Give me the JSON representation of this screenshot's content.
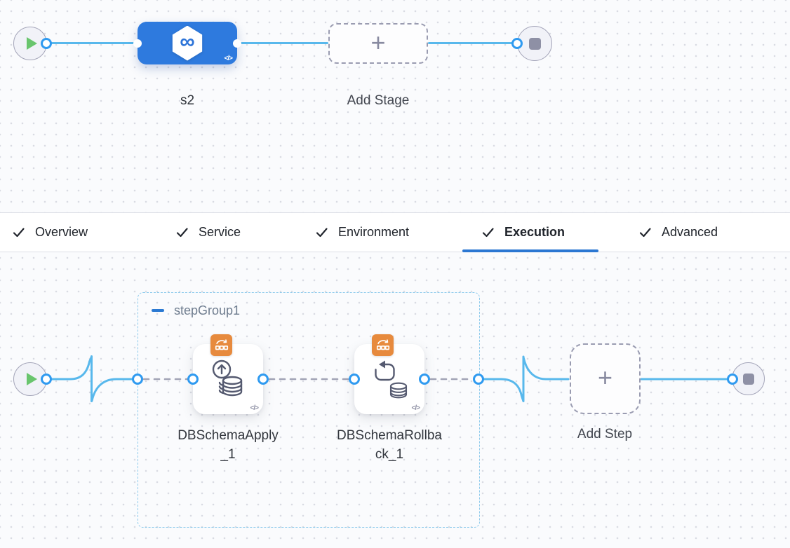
{
  "pipeline_graph": {
    "stage": {
      "name": "s2",
      "yaml_badge": "</>",
      "icon": "infinity-hexagon",
      "infinity_glyph": "∞",
      "color": "#2e7ade"
    },
    "add_stage": {
      "label": "Add Stage",
      "plus_glyph": "+"
    },
    "start_terminal": "play-icon",
    "end_terminal": "stop-icon"
  },
  "tabs": [
    {
      "label": "Overview",
      "checked": true,
      "active": false
    },
    {
      "label": "Service",
      "checked": true,
      "active": false
    },
    {
      "label": "Environment",
      "checked": true,
      "active": false
    },
    {
      "label": "Execution",
      "checked": true,
      "active": true
    },
    {
      "label": "Advanced",
      "checked": true,
      "active": false
    }
  ],
  "execution_graph": {
    "step_group": {
      "name": "stepGroup1",
      "collapse_glyph": "minus"
    },
    "steps": [
      {
        "name": "DBSchemaApply_1",
        "yaml_badge": "</>",
        "badge_icon": "aws-schema-badge",
        "icon": "db-apply-icon"
      },
      {
        "name": "DBSchemaRollback_1",
        "yaml_badge": "</>",
        "badge_icon": "aws-schema-badge",
        "icon": "db-rollback-icon"
      }
    ],
    "add_step": {
      "label": "Add Step",
      "plus_glyph": "+"
    }
  },
  "colors": {
    "line_blue": "#58b8ec",
    "port_ring_blue": "#2f9af0",
    "stage_blue": "#2e7ade",
    "active_tab_underline": "#2b77d2",
    "badge_orange": "#e78a3d",
    "group_border": "#8ccaec",
    "canvas_bg": "#fafbfd"
  }
}
